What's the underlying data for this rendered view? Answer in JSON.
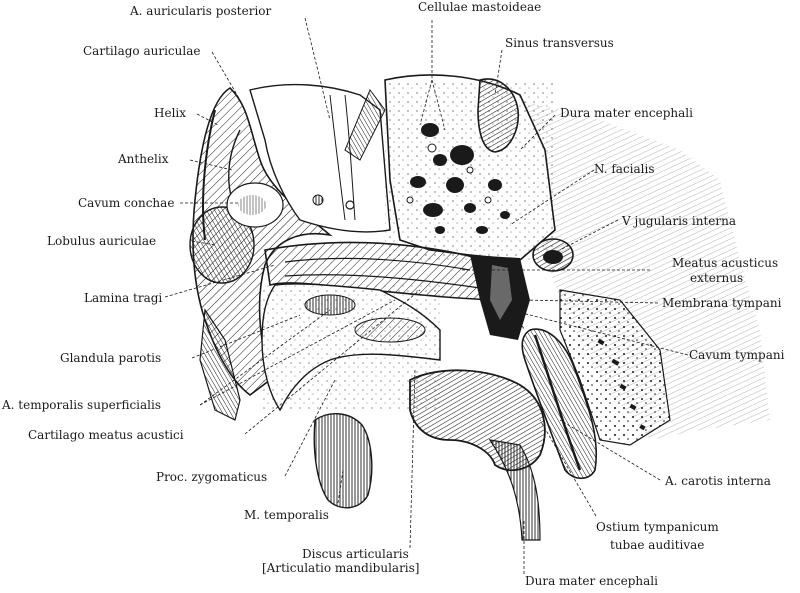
{
  "labels": {
    "a_auricularis_posterior": "A. auricularis posterior",
    "cellulae_mastoideae": "Cellulae mastoideae",
    "sinus_transversus": "Sinus transversus",
    "cartilago_auriculae": "Cartilago auriculae",
    "dura_mater_top": "Dura mater encephali",
    "helix": "Helix",
    "anthelix": "Anthelix",
    "n_facialis": "N. facialis",
    "cavum_conchae": "Cavum conchae",
    "v_jugularis": "V  jugularis interna",
    "lobulus_auriculae": "Lobulus auriculae",
    "meatus_acusticus_1": "Meatus acusticus",
    "meatus_acusticus_2": "externus",
    "lamina_tragi": "Lamina tragi",
    "membrana_tympani": "Membrana tympani",
    "glandula_parotis": "Glandula parotis",
    "cavum_tympani": "Cavum tympani",
    "a_temporalis": "A. temporalis superficialis",
    "cartilago_meatus": "Cartilago meatus acustici",
    "a_carotis": "A. carotis interna",
    "proc_zygomaticus": "Proc. zygomaticus",
    "m_temporalis": "M. temporalis",
    "ostium_1": "Ostium tympanicum",
    "ostium_2": "tubae auditivae",
    "discus_1": "Discus articularis",
    "discus_2": "[Articulatio mandibularis]",
    "dura_mater_bottom": "Dura mater encephali"
  },
  "colors": {
    "ink": "#1a1a1a",
    "background": "#ffffff",
    "shade": "#9a9a9a"
  }
}
